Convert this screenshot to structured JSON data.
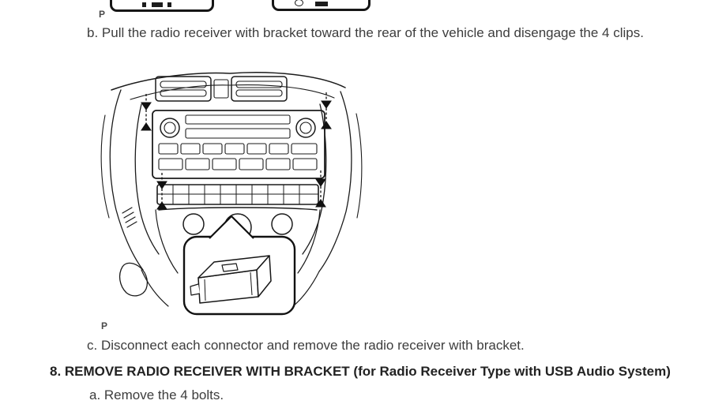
{
  "page": {
    "figure_top_partial": {
      "label_p": "P"
    },
    "step_b": "b. Pull the radio receiver with bracket toward the rear of the vehicle and disengage the 4 clips.",
    "figure": {
      "label_p": "P",
      "alt": "dashboard-radio-receiver-clips-diagram"
    },
    "step_c": "c. Disconnect each connector and remove the radio receiver with bracket.",
    "step_8": "8. REMOVE RADIO RECEIVER WITH BRACKET (for Radio Receiver Type with USB Audio System)",
    "step_8a": "a. Remove the 4 bolts."
  }
}
